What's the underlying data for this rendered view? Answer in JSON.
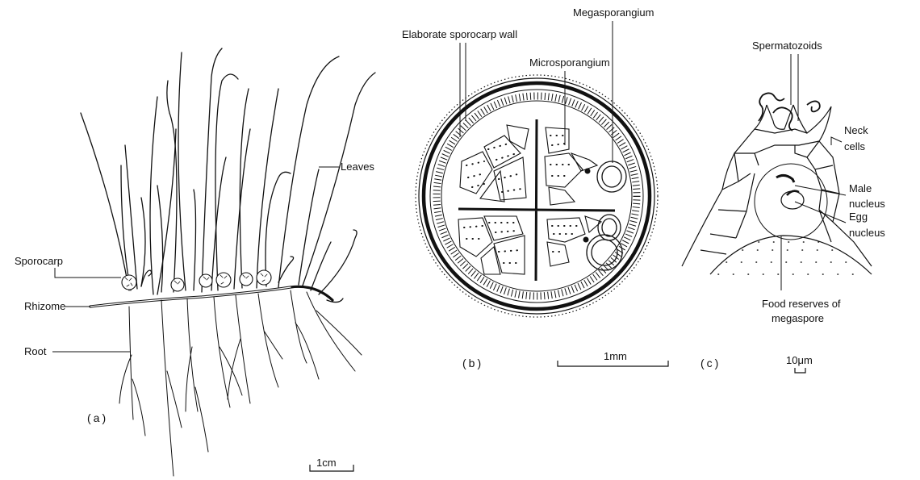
{
  "figure": {
    "panel_a": {
      "label": "(a)",
      "labels": {
        "leaves": "Leaves",
        "sporocarp": "Sporocarp",
        "rhizome": "Rhizome",
        "root": "Root"
      },
      "scale": "1cm"
    },
    "panel_b": {
      "label": "(b)",
      "labels": {
        "wall": "Elaborate sporocarp wall",
        "microsporangium": "Microsporangium",
        "megasporangium": "Megasporangium"
      },
      "scale": "1mm"
    },
    "panel_c": {
      "label": "(c)",
      "labels": {
        "spermatozoids": "Spermatozoids",
        "neck_cells_1": "Neck",
        "neck_cells_2": "cells",
        "male_nucleus_1": "Male",
        "male_nucleus_2": "nucleus",
        "egg_nucleus_1": "Egg",
        "egg_nucleus_2": "nucleus",
        "food_reserves_1": "Food reserves of",
        "food_reserves_2": "megaspore"
      },
      "scale": "10μm"
    },
    "colors": {
      "ink": "#111111",
      "background": "#ffffff"
    }
  }
}
